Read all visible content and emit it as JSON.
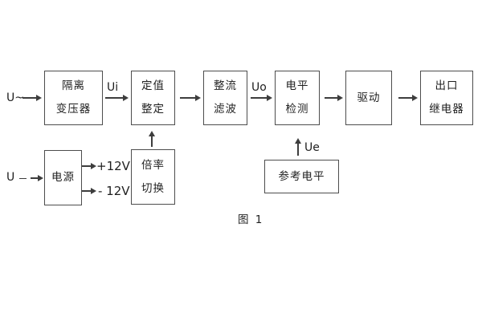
{
  "figure": {
    "caption": "图 1"
  },
  "colors": {
    "line": "#3d3d3d",
    "box_border": "#4d4d4d",
    "text": "#1f1f1f",
    "background": "#ffffff"
  },
  "blocks": {
    "isolation_transformer": {
      "line1": "隔离",
      "line2": "变压器"
    },
    "setting_adjust": {
      "line1": "定值",
      "line2": "整定"
    },
    "rectifier_filter": {
      "line1": "整流",
      "line2": "滤波"
    },
    "level_detector": {
      "line1": "电平",
      "line2": "检测"
    },
    "driver": {
      "line1": "驱动"
    },
    "output_relay": {
      "line1": "出口",
      "line2": "继电器"
    },
    "power_supply": {
      "line1": "电源"
    },
    "ratio_switch": {
      "line1": "倍率",
      "line2": "切换"
    },
    "reference_level": {
      "line1": "参考电平"
    }
  },
  "labels": {
    "input_ac": "U~",
    "input_dc": "U",
    "ui": "Ui",
    "uo": "Uo",
    "ue": "Ue",
    "plus_12v": "+12V",
    "minus_12v": "- 12V"
  }
}
